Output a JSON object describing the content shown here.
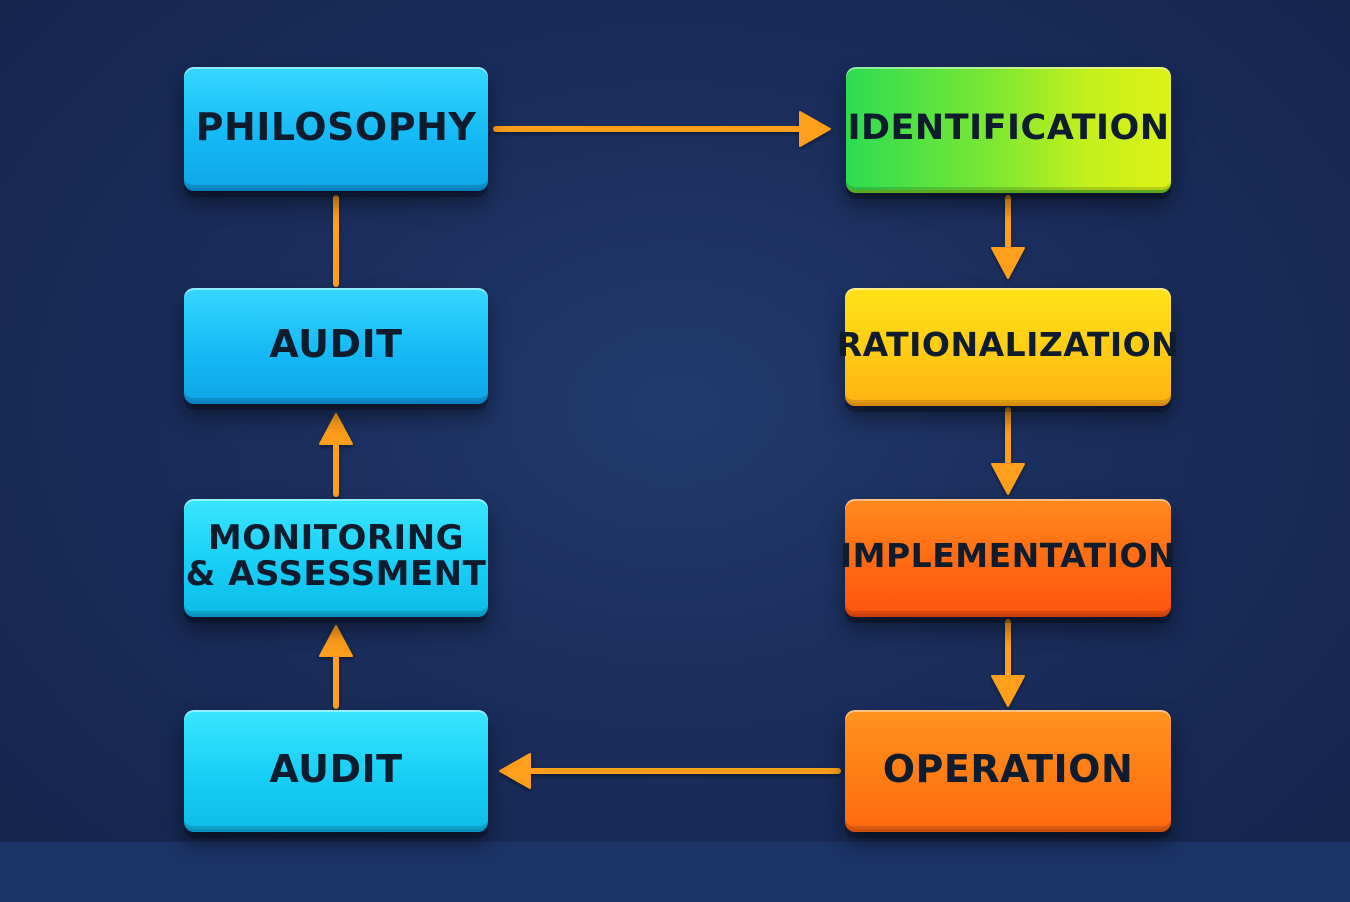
{
  "diagram": {
    "nodes": {
      "philosophy": "PHILOSOPHY",
      "identification": "IDENTIFICATION",
      "rationalization": "RATIONALIZATION",
      "implementation": "IMPLEMENTATION",
      "operation": "OPERATION",
      "audit_lower": "AUDIT",
      "monitoring_line1": "MONITORING",
      "monitoring_line2": "& ASSESSMENT",
      "audit_upper": "AUDIT"
    },
    "colors": {
      "arrow": "#ff9f1a",
      "background": "#1b2f5e",
      "text": "#0f1c2e",
      "blue_box": "#14b8f4",
      "identification": "#7ce832",
      "rationalization": "#ffcc12",
      "implementation": "#ff6a12",
      "operation": "#ff7d14"
    }
  }
}
